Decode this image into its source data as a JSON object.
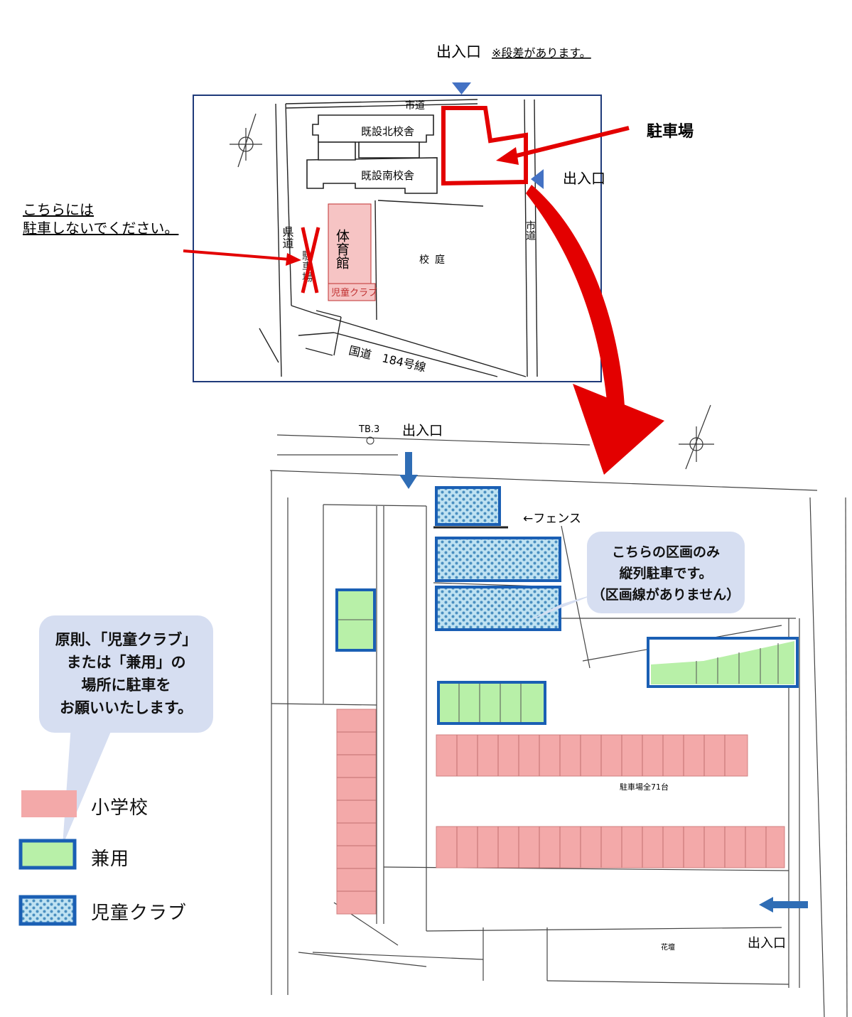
{
  "overview_map": {
    "top_entrance_label": "出入口",
    "step_note": "※段差があります。",
    "right_entrance_label": "出入口",
    "parking_label": "駐車場",
    "no_parking_note_line1": "こちらには",
    "no_parking_note_line2": "駐車しないでください。",
    "city_road_top": "市道",
    "city_road_right": "市道",
    "prefectural_road": "県道",
    "north_building": "既設北校舎",
    "south_building": "既設南校舎",
    "gymnasium": "体育館",
    "kids_club": "児童クラブ",
    "schoolyard": "校庭",
    "national_road": "国道　184号線",
    "crossed_area_text": "駐車場"
  },
  "detail_plan": {
    "top_entrance_label": "出入口",
    "bottom_right_entrance_label": "出入口",
    "tb_label": "TB.3",
    "fence_label": "←フェンス",
    "total_spaces": "駐車場全71台",
    "tandem_note_line1": "こちらの区画のみ",
    "tandem_note_line2": "縦列駐車です。",
    "tandem_note_line3": "（区画線がありません）",
    "instruction_line1": "原則、「児童クラブ」",
    "instruction_line2": "または「兼用」の",
    "instruction_line3": "場所に駐車を",
    "instruction_line4": "お願いいたします。",
    "flowerbed": "花壇"
  },
  "legend": {
    "school": "小学校",
    "shared": "兼用",
    "kids_club": "児童クラブ"
  },
  "colors": {
    "red": "#e30000",
    "blue_arrow": "#2f6db5",
    "pink_fill": "#f3a9a9",
    "green_fill": "#b8f0a8",
    "frame_blue": "#1a5fb4",
    "bubble": "#d6def1"
  }
}
